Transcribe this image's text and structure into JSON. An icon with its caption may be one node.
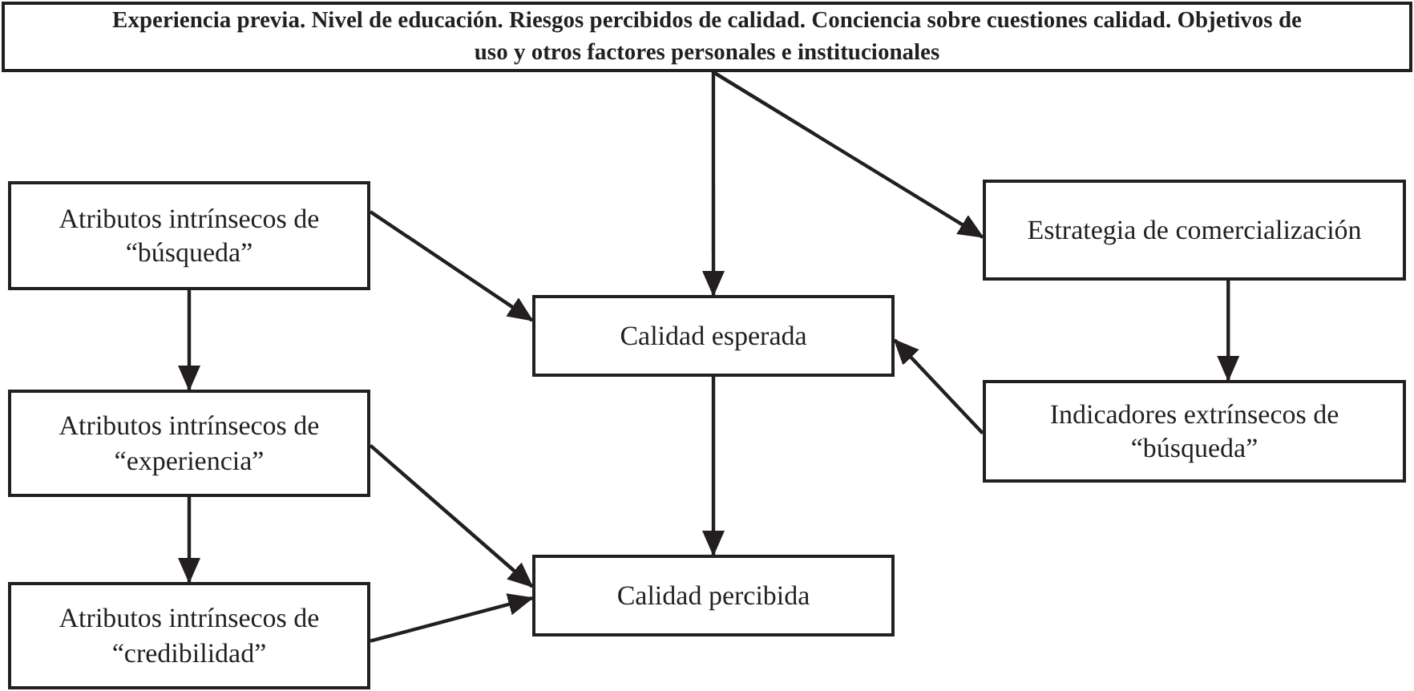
{
  "diagram": {
    "nodes": [
      {
        "text": [
          "Experiencia previa. Nivel de educación. Riesgos percibidos de calidad. Conciencia sobre cuestiones calidad. Objetivos de uso y otros factores personales e institucionales"
        ]
      },
      {
        "text": [
          "Atributos intrínsecos de “búsqueda”"
        ]
      },
      {
        "text": [
          "Estrategia de comercialización"
        ]
      },
      {
        "text": [
          "Calidad esperada"
        ]
      },
      {
        "text": [
          "Indicadores extrínsecos de “búsqueda”"
        ]
      },
      {
        "text": [
          "Atributos intrínsecos de “experiencia”"
        ]
      },
      {
        "text": [
          "Calidad percibida"
        ]
      },
      {
        "text": [
          "Atributos intrínsecos de “credibilidad”"
        ]
      }
    ],
    "edges": [
      {
        "from": 0,
        "to": 3,
        "arrow": "to"
      },
      {
        "from": 0,
        "to": 2,
        "arrow": "to"
      },
      {
        "from": 1,
        "to": 3,
        "arrow": "to"
      },
      {
        "from": 1,
        "to": 5,
        "arrow": "to"
      },
      {
        "from": 2,
        "to": 4,
        "arrow": "to"
      },
      {
        "from": 4,
        "to": 3,
        "arrow": "to"
      },
      {
        "from": 3,
        "to": 6,
        "arrow": "to"
      },
      {
        "from": 5,
        "to": 7,
        "arrow": "to"
      },
      {
        "from": 5,
        "to": 6,
        "arrow": "to"
      },
      {
        "from": 7,
        "to": 6,
        "arrow": "to"
      }
    ]
  }
}
